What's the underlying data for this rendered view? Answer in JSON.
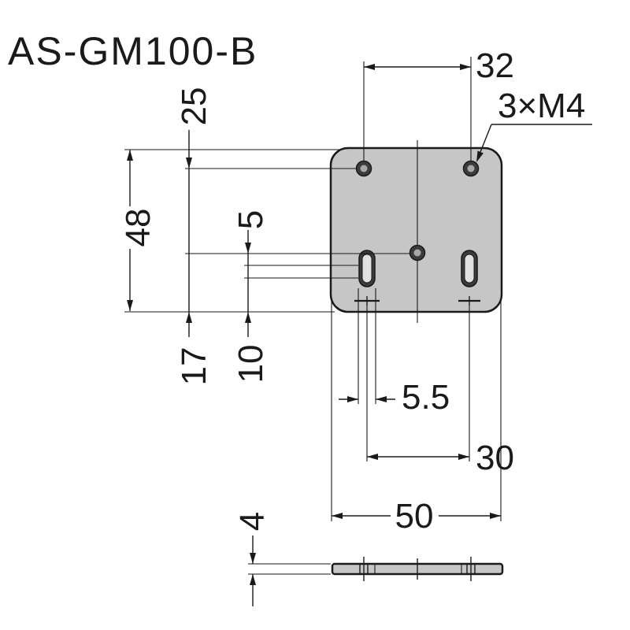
{
  "title": "AS-GM100-B",
  "dimensions": {
    "top_hole_pitch": "32",
    "thread_callout": "3×M4",
    "top_hole_to_center": "25",
    "plate_height": "48",
    "center_to_slot": "5",
    "center_to_bottom": "17",
    "slot_to_bottom": "10",
    "slot_width": "5.5",
    "slot_pitch": "30",
    "plate_width": "50",
    "plate_thickness": "4"
  },
  "colors": {
    "ink": "#1a1a1a",
    "plate": "#c6c6c6",
    "hole": "#3c3c3c",
    "hole_core": "#a8a8a8",
    "background": "#ffffff"
  }
}
